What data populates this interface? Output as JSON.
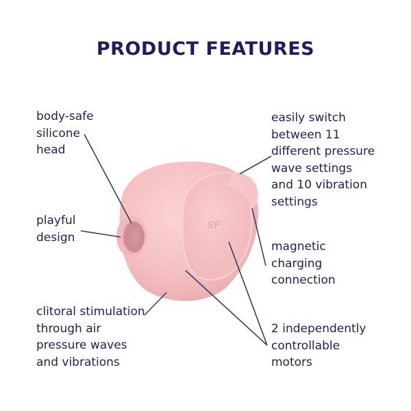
{
  "title": "PRODUCT FEATURES",
  "colors": {
    "text": "#1e1f5a",
    "leader_line": "#3a3b63",
    "device_body": "#f6c3c4",
    "device_shadow": "#e7a8ab",
    "background": "#ffffff"
  },
  "product": {
    "logo_text": "SF"
  },
  "callouts": {
    "silicone_head": {
      "lines": [
        "body-safe",
        "silicone",
        "head"
      ]
    },
    "playful_design": {
      "lines": [
        "playful",
        "design"
      ]
    },
    "stimulation": {
      "lines": [
        "clitoral stimulation",
        "through air",
        "pressure waves",
        "and vibrations"
      ]
    },
    "settings": {
      "lines": [
        "easily switch",
        "between 11",
        "different pressure",
        "wave settings",
        "and 10 vibration",
        "settings"
      ]
    },
    "charging": {
      "lines": [
        "magnetic",
        "charging",
        "connection"
      ]
    },
    "motors": {
      "lines": [
        "2 independently",
        "controllable",
        "motors"
      ]
    }
  }
}
